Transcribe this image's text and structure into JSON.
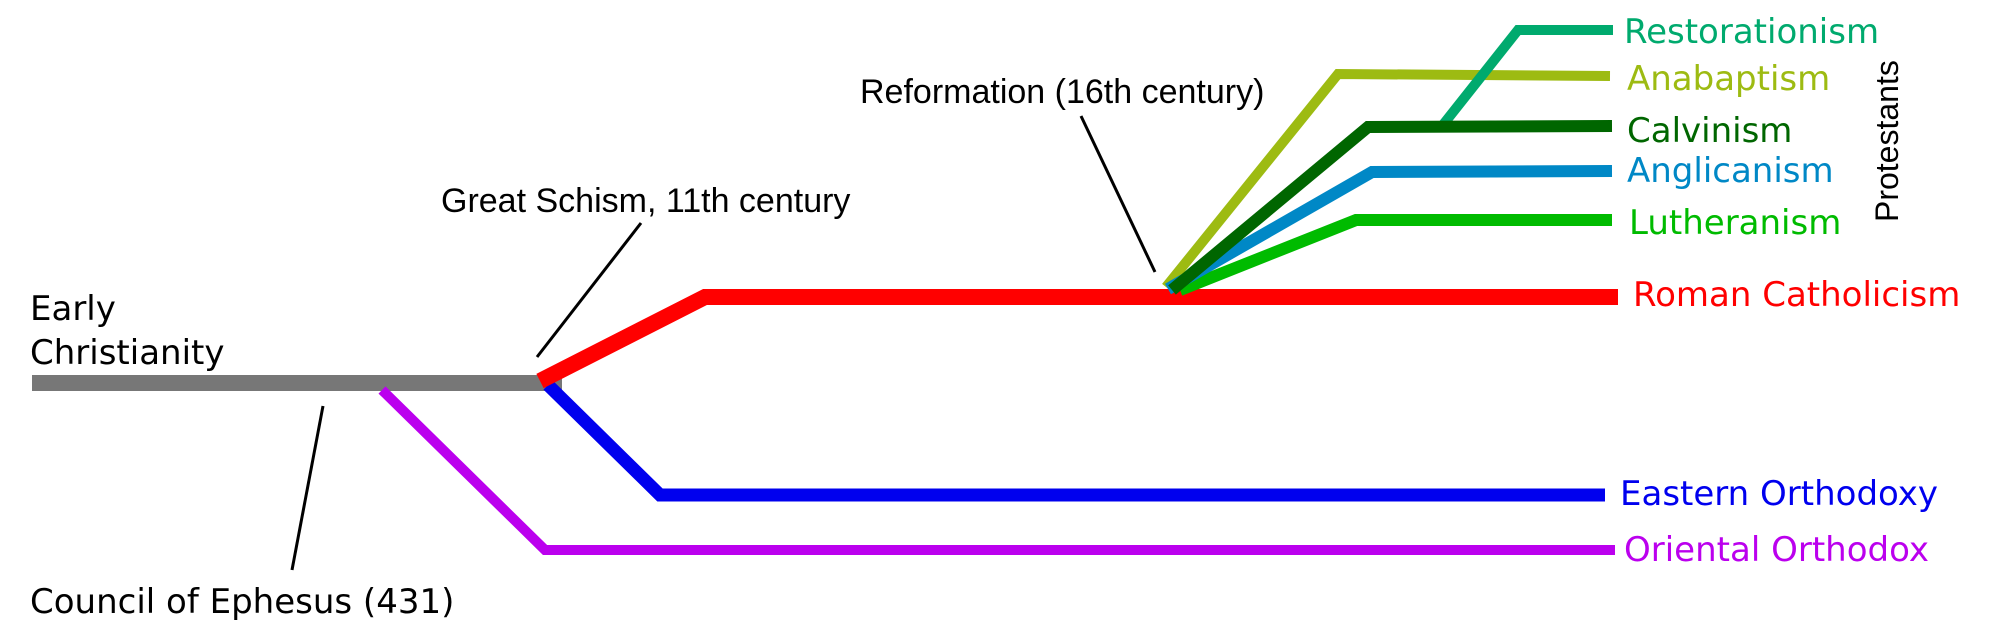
{
  "root": {
    "label_line1": "Early",
    "label_line2": "Christianity",
    "color": "#777777"
  },
  "events": {
    "great_schism": "Great Schism, 11th century",
    "reformation": "Reformation (16th century)",
    "council_of_ephesus": "Council of Ephesus (431)"
  },
  "group": {
    "protestants": "Protestants"
  },
  "branches": [
    {
      "id": "restorationism",
      "label": "Restorationism",
      "color": "#00AA6E"
    },
    {
      "id": "anabaptism",
      "label": "Anabaptism",
      "color": "#9DBB12"
    },
    {
      "id": "calvinism",
      "label": "Calvinism",
      "color": "#006600"
    },
    {
      "id": "anglicanism",
      "label": "Anglicanism",
      "color": "#0088C6"
    },
    {
      "id": "lutheranism",
      "label": "Lutheranism",
      "color": "#00BB00"
    },
    {
      "id": "roman-catholicism",
      "label": "Roman Catholicism",
      "color": "#FF0000"
    },
    {
      "id": "eastern-orthodoxy",
      "label": "Eastern Orthodoxy",
      "color": "#0000EE"
    },
    {
      "id": "oriental-orthodox",
      "label": "Oriental Orthodox",
      "color": "#BB00EE"
    }
  ]
}
